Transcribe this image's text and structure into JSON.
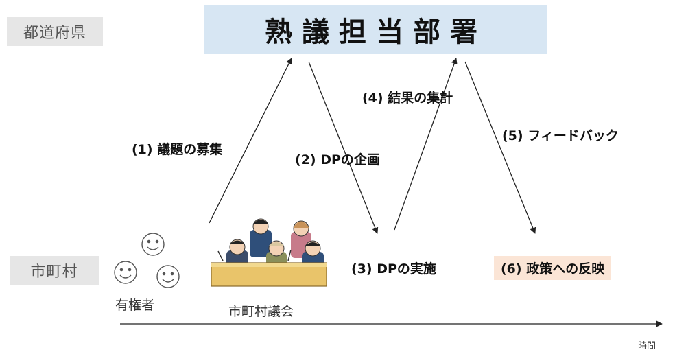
{
  "labels": {
    "prefecture": "都道府県",
    "municipality": "市町村",
    "department": "熟議担当部署"
  },
  "steps": {
    "s1": "(1) 議題の募集",
    "s2": "(2) DPの企画",
    "s3": "(3) DPの実施",
    "s4": "(4) 結果の集計",
    "s5": "(5) フィードバック",
    "s6": "(6) 政策への反映"
  },
  "captions": {
    "voters": "有権者",
    "council": "市町村議会",
    "time": "時間"
  },
  "colors": {
    "department_bg": "#d7e6f3",
    "policy_bg": "#fbe5d6",
    "side_label_bg": "#e6e6e6"
  }
}
